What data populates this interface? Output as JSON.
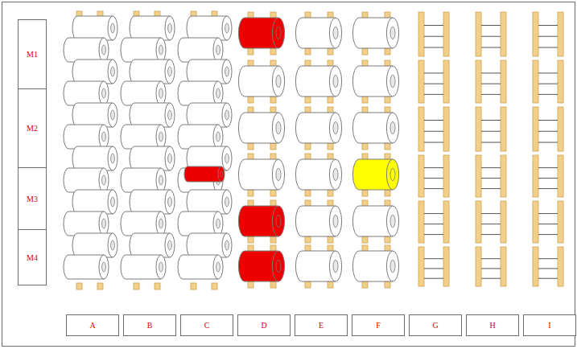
{
  "diagram": {
    "nodes": [
      {
        "text": [
          "M1"
        ]
      },
      {
        "text": [
          "M2"
        ]
      },
      {
        "text": [
          "M3"
        ]
      },
      {
        "text": [
          "M4"
        ]
      },
      {
        "text": [
          "A"
        ]
      },
      {
        "text": [
          "B"
        ]
      },
      {
        "text": [
          "C"
        ]
      },
      {
        "text": [
          "D"
        ]
      },
      {
        "text": [
          "E"
        ]
      },
      {
        "text": [
          "F"
        ]
      },
      {
        "text": [
          "G"
        ]
      },
      {
        "text": [
          "H"
        ]
      },
      {
        "text": [
          "I"
        ]
      }
    ]
  }
}
